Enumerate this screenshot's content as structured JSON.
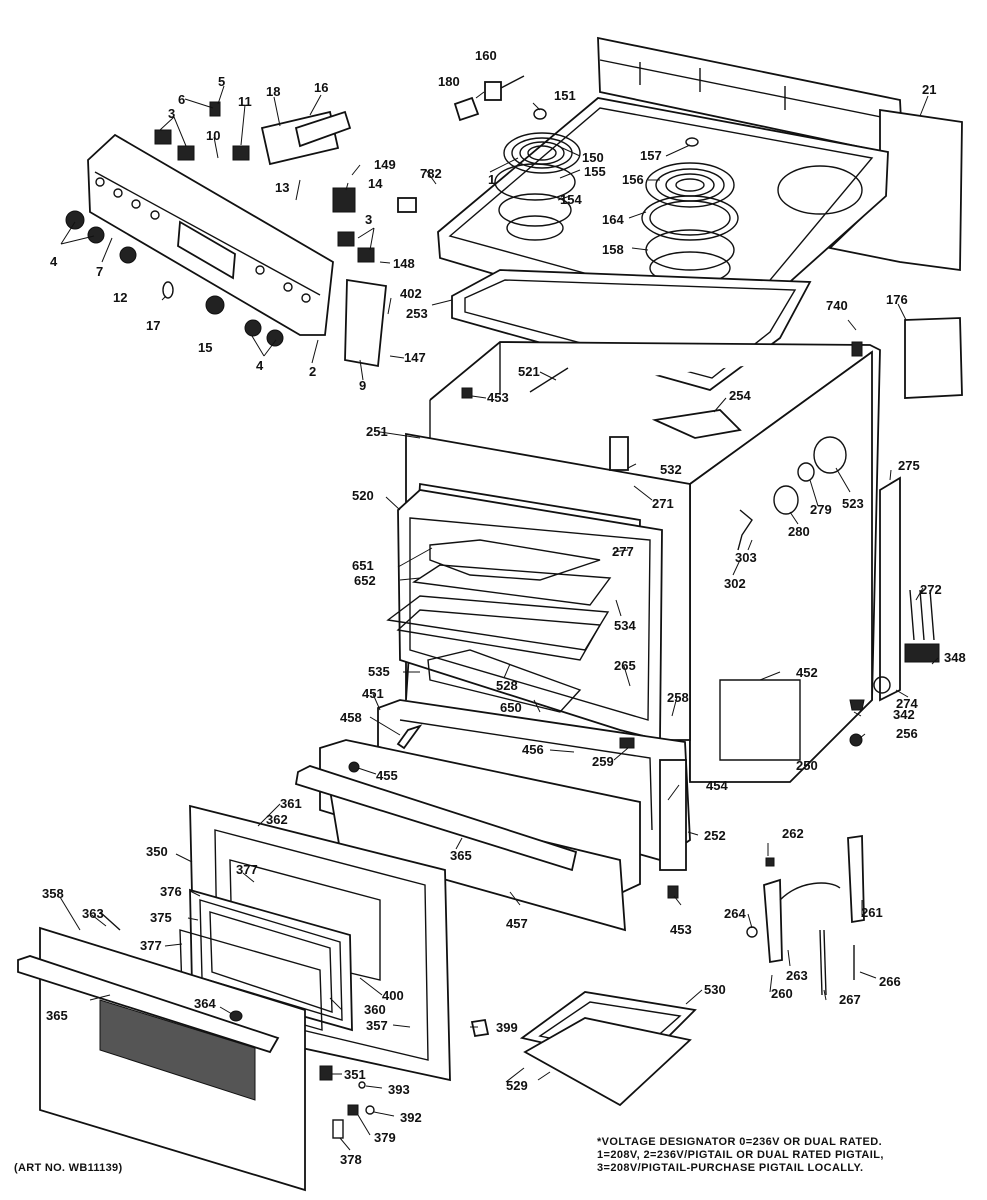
{
  "art_number": "(ART NO. WB11139)",
  "footnote": {
    "line1": "*VOLTAGE DESIGNATOR 0=236V OR DUAL RATED.",
    "line2": "1=208V, 2=236V/PIGTAIL OR DUAL RATED PIGTAIL,",
    "line3": "3=208V/PIGTAIL-PURCHASE PIGTAIL LOCALLY."
  },
  "callouts": {
    "c1": "1",
    "c2": "2",
    "c3a": "3",
    "c3b": "3",
    "c4a": "4",
    "c4b": "4",
    "c5": "5",
    "c6": "6",
    "c7": "7",
    "c9": "9",
    "c10": "10",
    "c11": "11",
    "c12": "12",
    "c13": "13",
    "c14": "14",
    "c15": "15",
    "c16": "16",
    "c17": "17",
    "c18": "18",
    "c21": "21",
    "c147": "147",
    "c148": "148",
    "c149": "149",
    "c150": "150",
    "c151": "151",
    "c154": "154",
    "c155": "155",
    "c156": "156",
    "c157": "157",
    "c158": "158",
    "c160": "160",
    "c164": "164",
    "c176": "176",
    "c180": "180",
    "c250": "250",
    "c251": "251",
    "c252": "252",
    "c253": "253",
    "c254": "254",
    "c256": "256",
    "c258": "258",
    "c259": "259",
    "c260": "260",
    "c261": "261",
    "c262": "262",
    "c263": "263",
    "c264": "264",
    "c265": "265",
    "c266": "266",
    "c267": "267",
    "c271": "271",
    "c272": "272",
    "c274": "274",
    "c275": "275",
    "c277": "277",
    "c279": "279",
    "c280": "280",
    "c302": "302",
    "c303": "303",
    "c342": "342",
    "c348": "348",
    "c350": "350",
    "c351": "351",
    "c357": "357",
    "c358": "358",
    "c360": "360",
    "c361": "361",
    "c362": "362",
    "c363": "363",
    "c364": "364",
    "c365a": "365",
    "c365b": "365",
    "c375": "375",
    "c376": "376",
    "c377a": "377",
    "c377b": "377",
    "c378": "378",
    "c379": "379",
    "c392": "392",
    "c393": "393",
    "c399": "399",
    "c400": "400",
    "c402": "402",
    "c451": "451",
    "c452": "452",
    "c453a": "453",
    "c453b": "453",
    "c454": "454",
    "c455": "455",
    "c456": "456",
    "c457": "457",
    "c458": "458",
    "c520": "520",
    "c521": "521",
    "c523": "523",
    "c528": "528",
    "c529": "529",
    "c530": "530",
    "c532": "532",
    "c534": "534",
    "c535": "535",
    "c650": "650",
    "c651": "651",
    "c652": "652",
    "c740": "740",
    "c782": "782"
  }
}
